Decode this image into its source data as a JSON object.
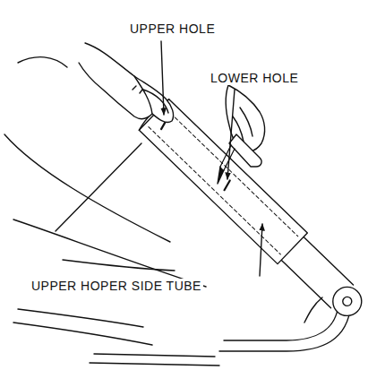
{
  "diagram": {
    "labels": [
      "UPPER HOLE",
      "LOWER HOLE",
      "UPPER HOPER SIDE TUBE"
    ]
  }
}
